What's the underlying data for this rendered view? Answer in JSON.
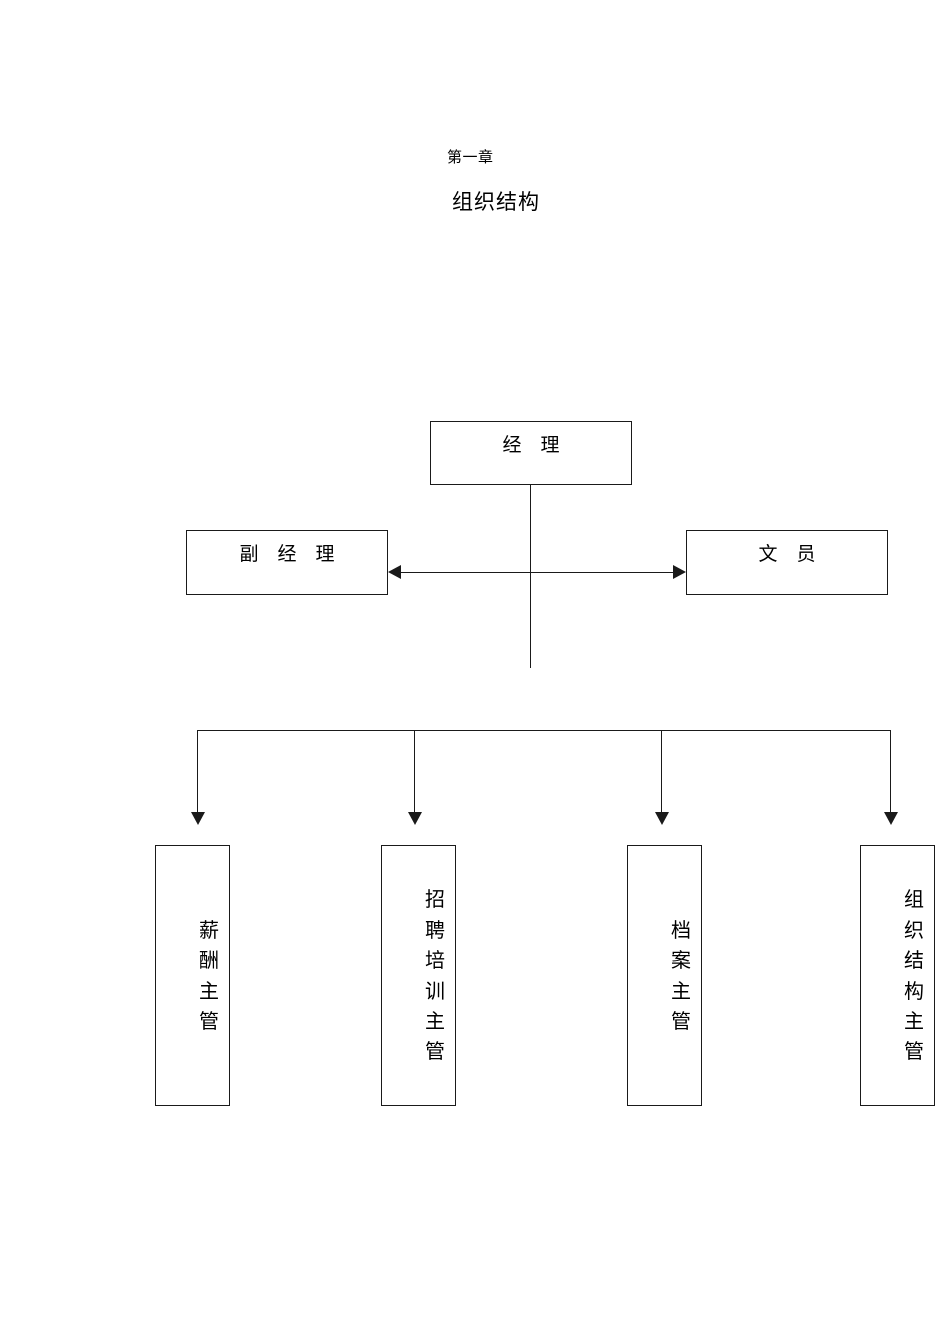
{
  "document": {
    "chapter_label": "第一章",
    "chapter_title": "组织结构"
  },
  "chart_data": {
    "type": "diagram",
    "diagram_kind": "organization-chart",
    "title": "组织结构",
    "nodes": [
      {
        "id": "manager",
        "label": "经　理",
        "level": 1,
        "orientation": "horizontal"
      },
      {
        "id": "deputy",
        "label": "副　经　理",
        "level": 2,
        "orientation": "horizontal"
      },
      {
        "id": "clerk",
        "label": "文　员",
        "level": 2,
        "orientation": "horizontal"
      },
      {
        "id": "comp",
        "label": "薪酬主管",
        "level": 3,
        "orientation": "vertical",
        "characters": [
          "薪",
          "酬",
          "主",
          "管"
        ]
      },
      {
        "id": "recruit",
        "label": "招聘培训主管",
        "level": 3,
        "orientation": "vertical",
        "characters": [
          "招",
          "聘",
          "培",
          "训",
          "主",
          "管"
        ]
      },
      {
        "id": "archive",
        "label": "档案主管",
        "level": 3,
        "orientation": "vertical",
        "characters": [
          "档",
          "案",
          "主",
          "管"
        ]
      },
      {
        "id": "orgstruct",
        "label": "组织结构主管",
        "level": 3,
        "orientation": "vertical",
        "characters": [
          "组",
          "织",
          "结",
          "构",
          "主",
          "管"
        ]
      }
    ],
    "edges": [
      {
        "from": "manager",
        "to": "spine",
        "style": "plain-line"
      },
      {
        "from": "deputy",
        "to": "clerk",
        "style": "double-arrow-horizontal"
      },
      {
        "from": "spine",
        "to": "comp",
        "style": "arrow-down"
      },
      {
        "from": "spine",
        "to": "recruit",
        "style": "arrow-down"
      },
      {
        "from": "spine",
        "to": "archive",
        "style": "arrow-down"
      },
      {
        "from": "spine",
        "to": "orgstruct",
        "style": "arrow-down"
      }
    ],
    "colors": {
      "line": "#1a1a1a",
      "box_border": "#1a1a1a",
      "background": "#ffffff",
      "text": "#000000"
    }
  }
}
